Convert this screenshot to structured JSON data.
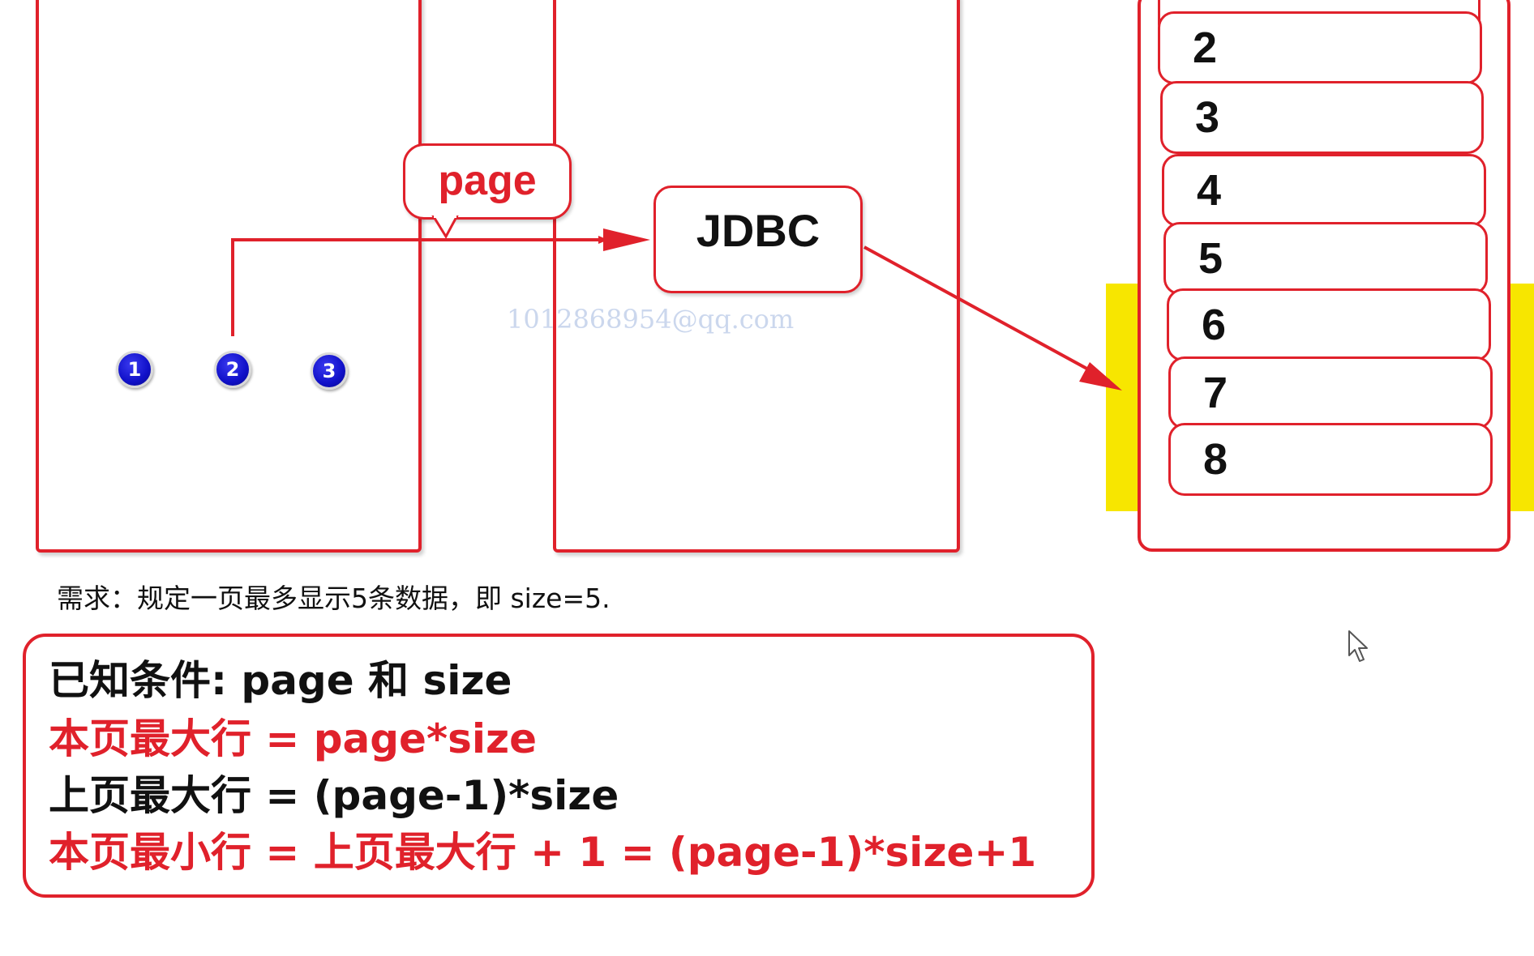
{
  "pages": [
    {
      "label": "1"
    },
    {
      "label": "2"
    },
    {
      "label": "3"
    }
  ],
  "callout": {
    "label": "page"
  },
  "jdbc": {
    "label": "JDBC"
  },
  "rows": [
    "2",
    "3",
    "4",
    "5",
    "6",
    "7",
    "8"
  ],
  "watermark": "1012868954@qq.com",
  "requirement": "需求：规定一页最多显示5条数据，即 size=5.",
  "formulas": {
    "line1": "已知条件: page 和 size",
    "line2": "本页最大行 = page*size",
    "line3": "上页最大行 = (page-1)*size",
    "line4": "本页最小行 = 上页最大行 + 1 = (page-1)*size+1"
  },
  "colors": {
    "accent_red": "#e0212b",
    "highlight_yellow": "#f7e600",
    "page_dot_blue": "#1010c8"
  }
}
